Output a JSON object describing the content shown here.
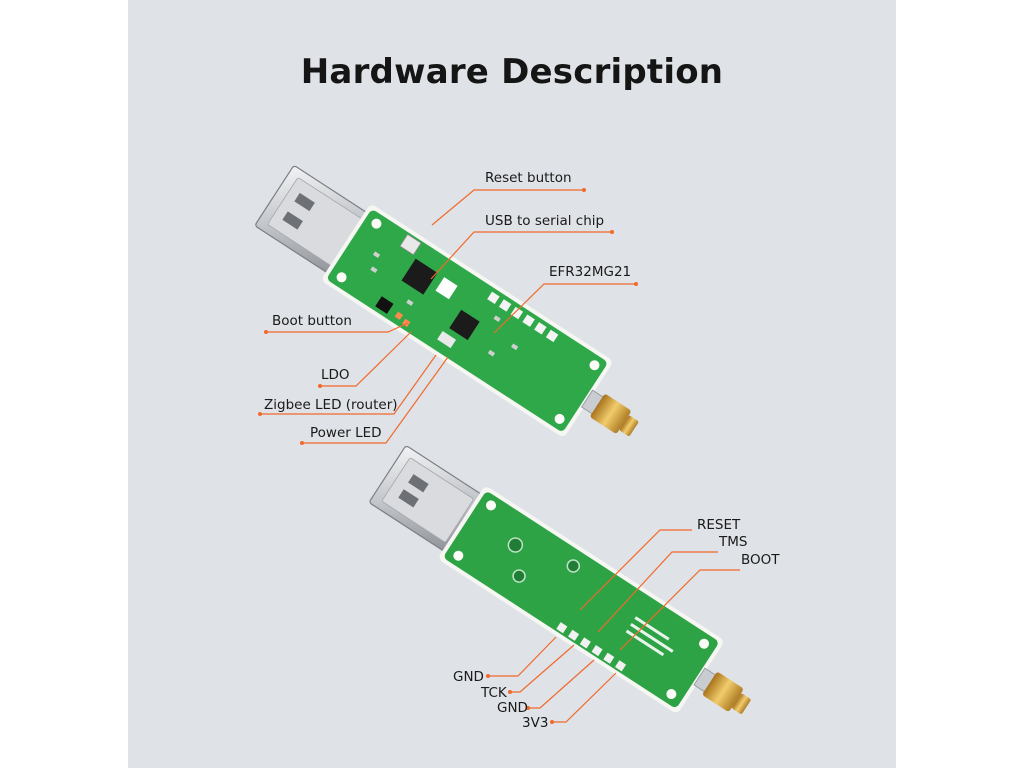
{
  "title": "Hardware Description",
  "colors": {
    "background": "#dfe2e6",
    "pcb": "#2fa84a",
    "leader_line": "#f06a2c",
    "usb_metal": "#c9ccd0",
    "sma_gold": "#d6a23c"
  },
  "front_labels": [
    {
      "id": "reset-button",
      "text": "Reset button"
    },
    {
      "id": "usb-serial-chip",
      "text": "USB to serial chip"
    },
    {
      "id": "efr32mg21",
      "text": "EFR32MG21"
    },
    {
      "id": "boot-button",
      "text": "Boot button"
    },
    {
      "id": "ldo",
      "text": "LDO"
    },
    {
      "id": "zigbee-led",
      "text": "Zigbee LED (router)"
    },
    {
      "id": "power-led",
      "text": "Power LED"
    }
  ],
  "back_labels": [
    {
      "id": "reset-pin",
      "text": "RESET"
    },
    {
      "id": "tms-pin",
      "text": "TMS"
    },
    {
      "id": "boot-pin",
      "text": "BOOT"
    },
    {
      "id": "gnd-pin-1",
      "text": "GND"
    },
    {
      "id": "tck-pin",
      "text": "TCK"
    },
    {
      "id": "gnd-pin-2",
      "text": "GND"
    },
    {
      "id": "v3v3-pin",
      "text": "3V3"
    }
  ]
}
